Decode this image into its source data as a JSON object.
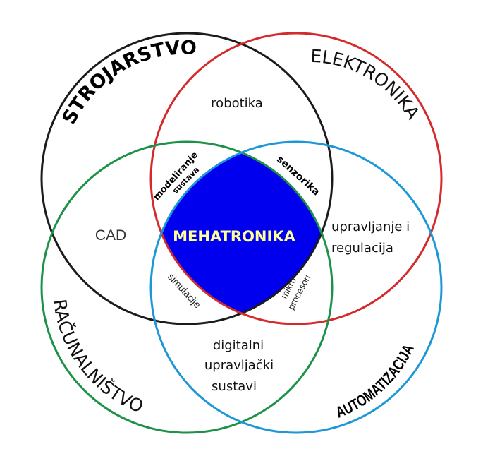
{
  "title": "Mehatronika Venn diagram",
  "colors": {
    "strojarstvo": "#1b1b1b",
    "elektronika": "#d42a2c",
    "racunalnistvo": "#1d9148",
    "automatizacija": "#1c97d7",
    "center_fill": "#0000ee",
    "center_text": "#ffff99"
  },
  "sets": {
    "strojarstvo": "STROJARSTVO",
    "elektronika": "ELEKTRONIKA",
    "racunalnistvo": "RAČUNALNIŠTVO",
    "automatizacija": "AUTOMATIZACIJA"
  },
  "intersections": {
    "robotika": "robotika",
    "cad": "CAD",
    "upravljanje_line1": "upravljanje i",
    "upravljanje_line2": "regulacija",
    "digitalni_line1": "digitalni",
    "digitalni_line2": "upravljački",
    "digitalni_line3": "sustavi",
    "modeliranje_line1": "modeliranje",
    "modeliranje_line2": "sustava",
    "senzorika": "senzorika",
    "simulacije": "simulacije",
    "mikroprocesori_line1": "mikro-",
    "mikroprocesori_line2": "procesori",
    "center": "MEHATRONIKA"
  }
}
